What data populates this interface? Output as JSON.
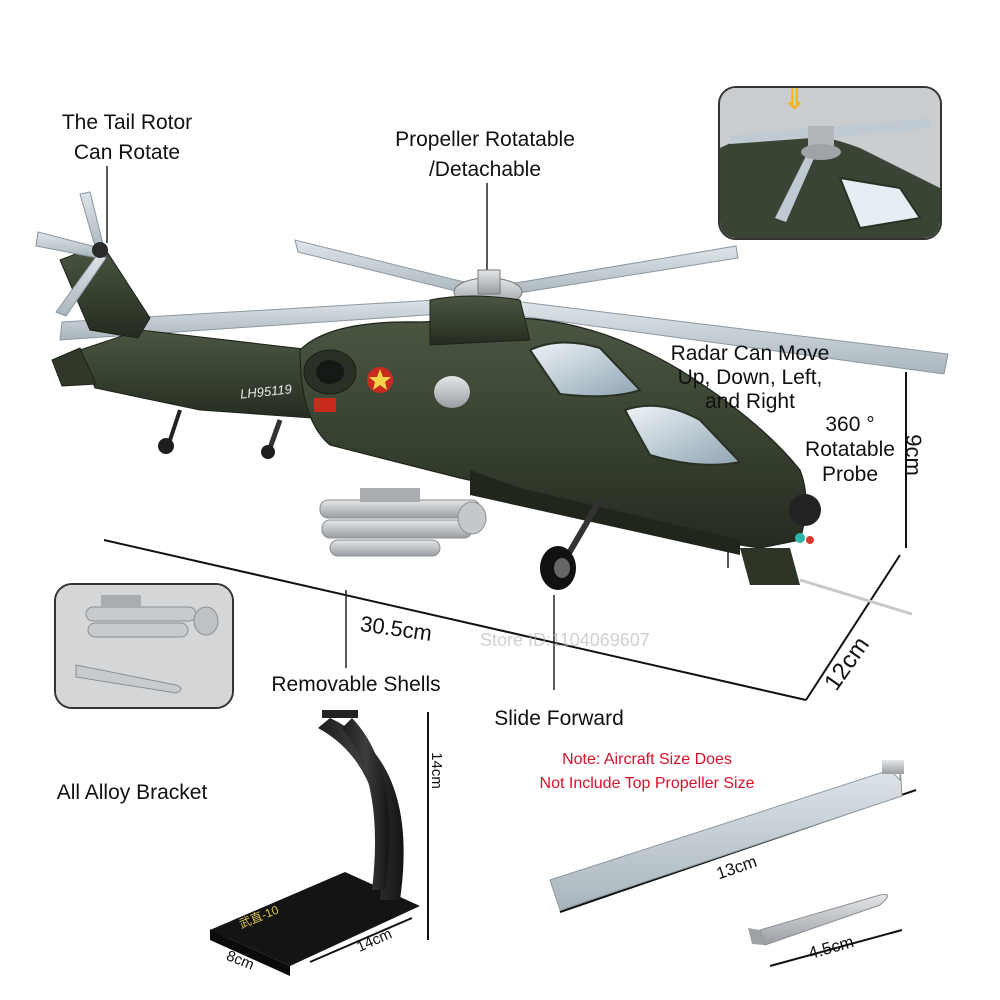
{
  "labels": {
    "tail_rotor": [
      "The Tail Rotor",
      "Can Rotate"
    ],
    "propeller": [
      "Propeller Rotatable",
      "/Detachable"
    ],
    "radar": [
      "Radar Can Move",
      "Up, Down, Left,",
      "and Right"
    ],
    "probe": [
      "360 °",
      "Rotatable",
      "Probe"
    ],
    "shells": "Removable Shells",
    "slide": "Slide Forward",
    "bracket": "All Alloy Bracket"
  },
  "note": [
    "Note: Aircraft Size Does",
    "Not Include Top Propeller Size"
  ],
  "dimensions": {
    "length": "30.5cm",
    "height": "9cm",
    "width": "12cm",
    "stand_height": "14cm",
    "stand_depth": "8cm",
    "stand_width": "14cm",
    "blade": "13cm",
    "missile": "4.5cm"
  },
  "markings": {
    "tail_number": "LH95119",
    "stand_badge": "武直-10"
  },
  "watermark": "Store ID:1104069607",
  "colors": {
    "fuselage": "#36402f",
    "fuselage_dark": "#242b20",
    "rotor_blade": "#c2cdd5",
    "note_red": "#d8102a",
    "metal": "#b9bcc0"
  },
  "icons": [
    "chevron-down-icon",
    "star-roundel-icon"
  ]
}
